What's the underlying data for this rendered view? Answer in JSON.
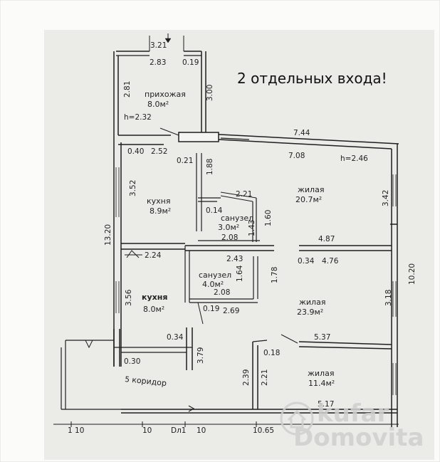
{
  "note": "2 отдельных входа!",
  "watermark": {
    "line1": "kufar",
    "line2": "Domovita"
  },
  "rooms": [
    {
      "id": "hall",
      "name": "прихожая",
      "area": "8.0м²",
      "height": "h=2.32"
    },
    {
      "id": "kitchen1",
      "name": "кухня",
      "area": "8.9м²"
    },
    {
      "id": "bath1",
      "name": "санузел",
      "area": "3.0м²"
    },
    {
      "id": "living1",
      "name": "жилая",
      "area": "20.7м²",
      "height": "h=2.46"
    },
    {
      "id": "bath2",
      "name": "санузел",
      "area": "4.0м²"
    },
    {
      "id": "kitchen2",
      "name": "кухня",
      "area": "8.0м²"
    },
    {
      "id": "living2",
      "name": "жилая",
      "area": "23.9м²"
    },
    {
      "id": "living3",
      "name": "жилая",
      "area": "11.4м²"
    },
    {
      "id": "corridor",
      "name": "коридор",
      "prefix": "5"
    }
  ],
  "dimensions": [
    "3.21",
    "2.83",
    "0.19",
    "2.81",
    "3.00",
    "7.44",
    "0.40",
    "2.52",
    "0.21",
    "1.88",
    "7.08",
    "3.52",
    "2.21",
    "0.14",
    "3.42",
    "2.08",
    "1.43",
    "1.60",
    "13.20",
    "4.87",
    "2.24",
    "2.43",
    "0.34",
    "4.76",
    "10.20",
    "1.64",
    "1.78",
    "3.56",
    "2.08",
    "3.18",
    "0.19",
    "2.69",
    "0.34",
    "5.37",
    "3.79",
    "0.18",
    "0.30",
    "2.39",
    "2.21",
    "5.17"
  ],
  "scale": [
    "1 10",
    "10",
    "Dл1",
    "10",
    "10.65"
  ]
}
